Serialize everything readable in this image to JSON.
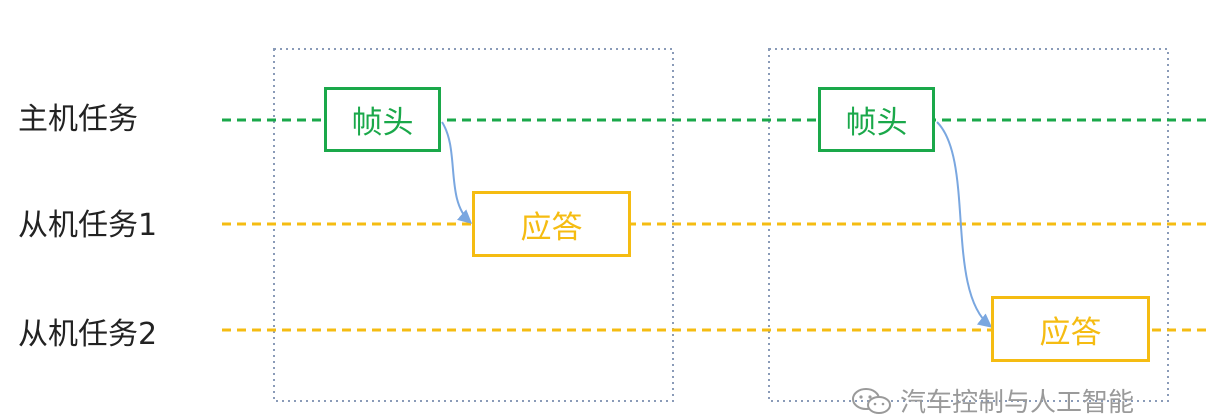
{
  "rows": {
    "master": "主机任务",
    "slave1": "从机任务1",
    "slave2": "从机任务2"
  },
  "cycle1": {
    "header": "帧头",
    "reply": "应答"
  },
  "cycle2": {
    "header": "帧头",
    "reply": "应答"
  },
  "watermark": "汽车控制与人工智能",
  "colors": {
    "master_line": "#1aa84a",
    "slave_line": "#f5bc12",
    "frame": "#8a9bb8",
    "arrow": "#7aa7e0"
  }
}
